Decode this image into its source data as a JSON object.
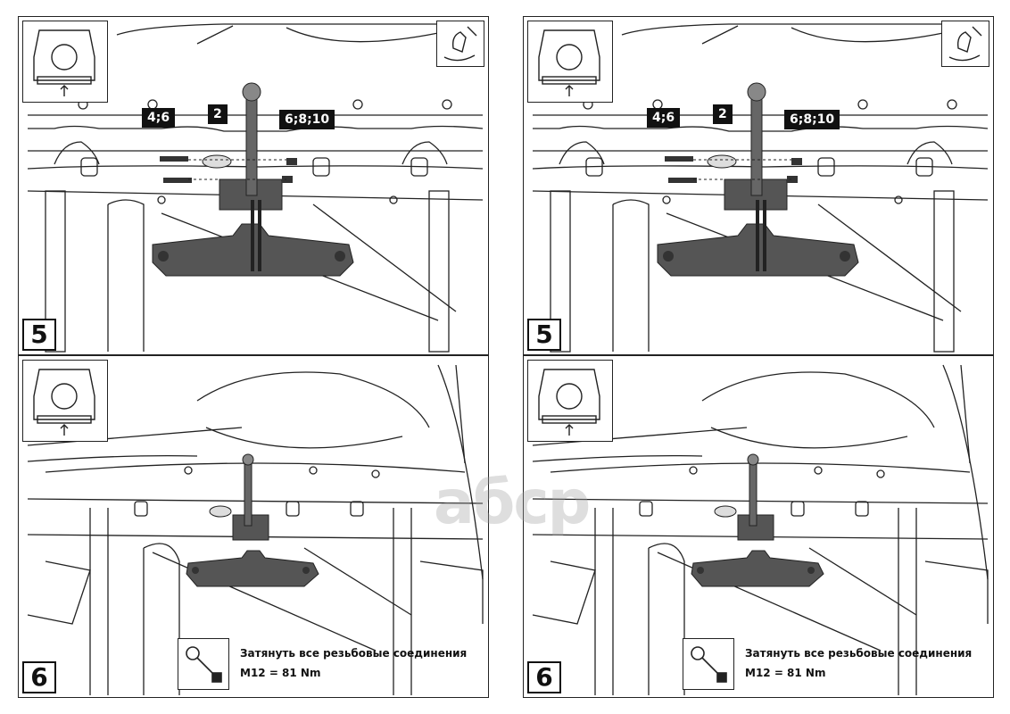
{
  "panels": [
    {
      "step": "5",
      "labels": {
        "bolts": "4;6",
        "bracket": "2",
        "nuts": "6;8;10"
      }
    },
    {
      "step": "6",
      "note": {
        "line1": "Затянуть все резьбовые соединения",
        "line2": "M12 = 81 Nm"
      }
    },
    {
      "step": "5",
      "labels": {
        "bolts": "4;6",
        "bracket": "2",
        "nuts": "6;8;10"
      }
    },
    {
      "step": "6",
      "note": {
        "line1": "Затянуть все резьбовые соединения",
        "line2": "M12 = 81 Nm"
      }
    }
  ],
  "watermark": "aбcp",
  "colors": {
    "line": "#222222",
    "part": "#555555",
    "background": "#ffffff"
  },
  "icons": [
    "car-rear-view-icon",
    "hand-tool-icon",
    "torque-wrench-icon"
  ]
}
